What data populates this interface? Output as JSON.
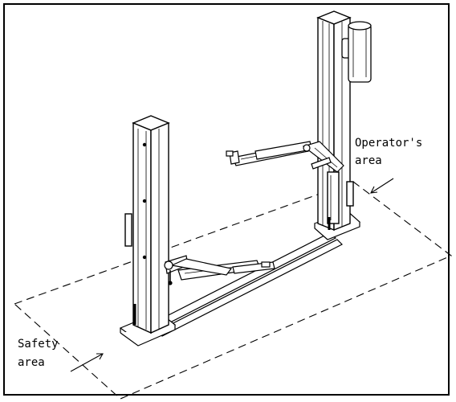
{
  "labels": {
    "operator_area_line1": "Operator's",
    "operator_area_line2": "area",
    "safety_area_line1": "Safety",
    "safety_area_line2": "area"
  }
}
